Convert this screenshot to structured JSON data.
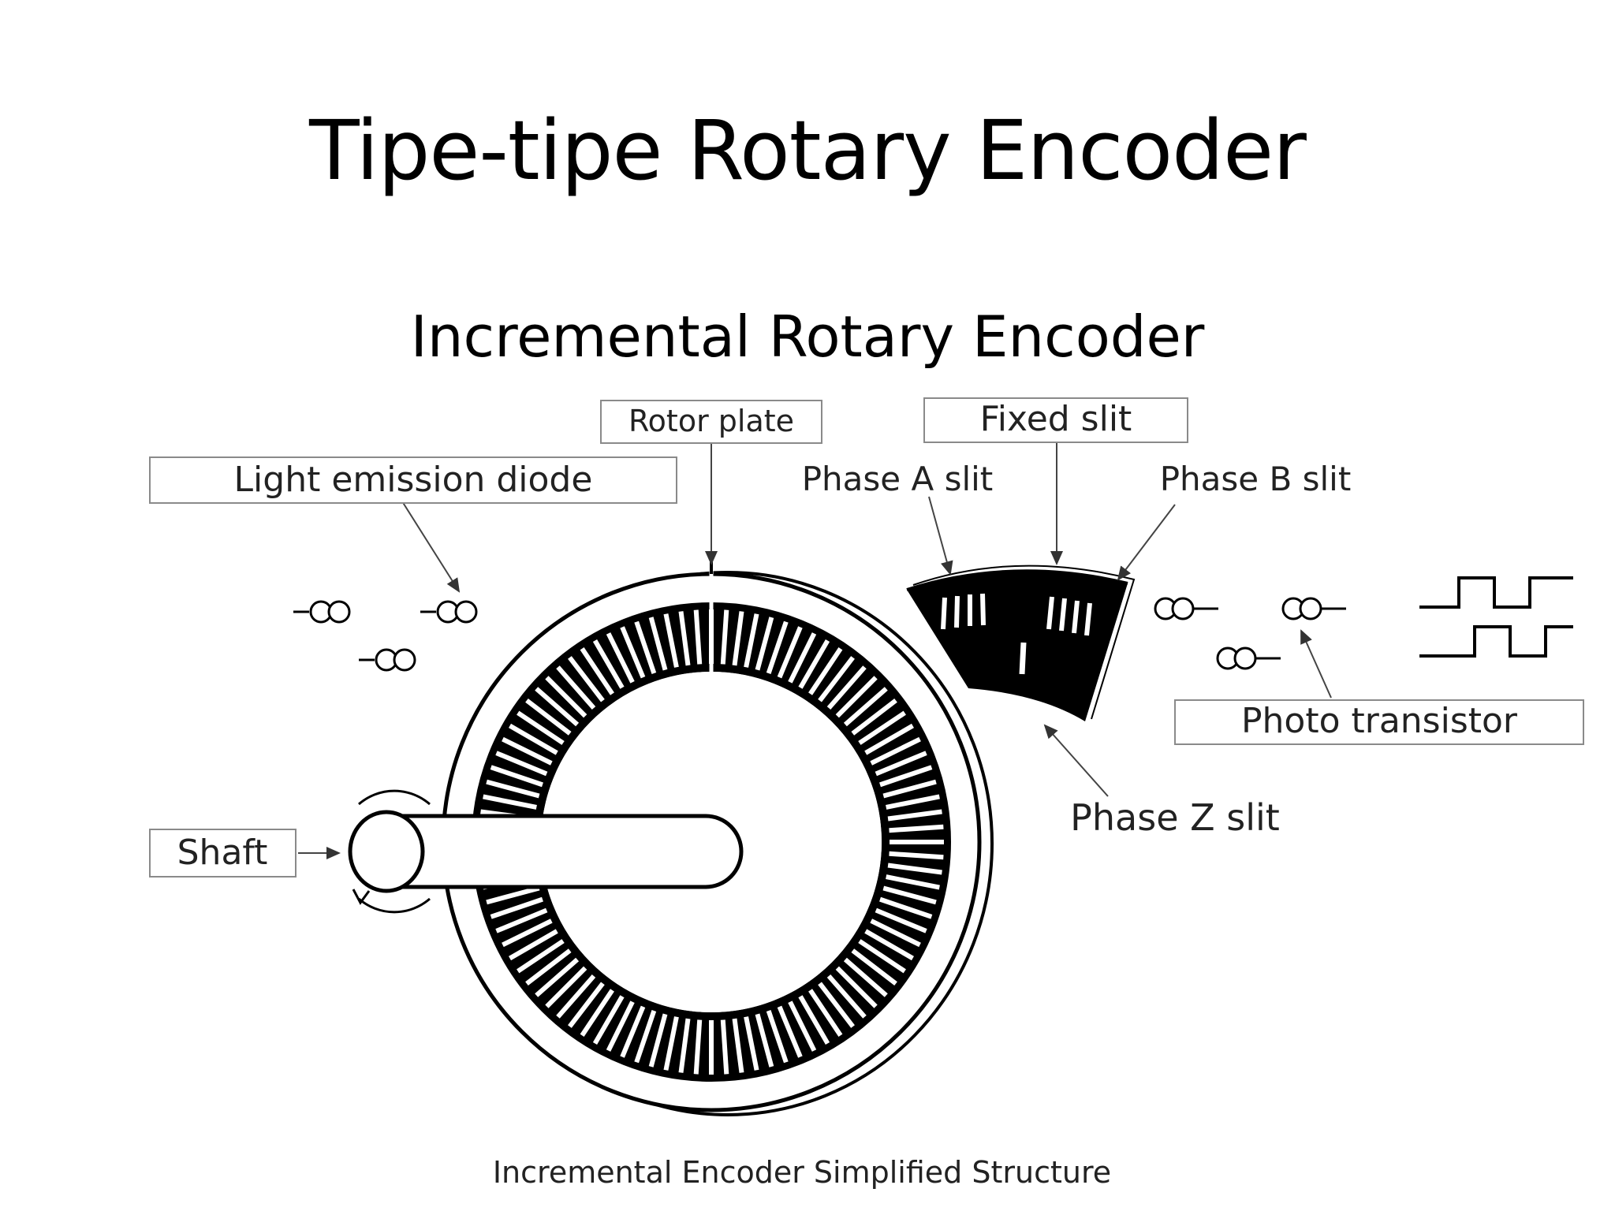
{
  "title": "Tipe-tipe Rotary Encoder",
  "subtitle": "Incremental Rotary Encoder",
  "diagram": {
    "caption": "Incremental Encoder Simplified Structure",
    "labels": {
      "rotor_plate": "Rotor plate",
      "fixed_slit": "Fixed slit",
      "light_emission_diode": "Light emission diode",
      "phase_a_slit": "Phase A slit",
      "phase_b_slit": "Phase B slit",
      "photo_transistor": "Photo transistor",
      "phase_z_slit": "Phase Z slit",
      "shaft": "Shaft"
    }
  }
}
